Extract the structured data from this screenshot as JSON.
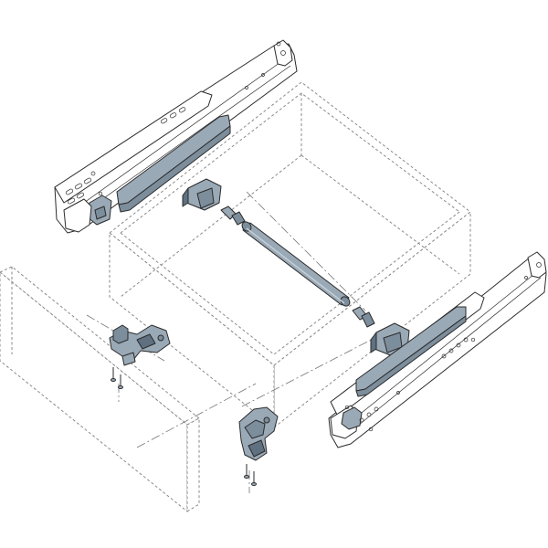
{
  "colors": {
    "background": "#ffffff",
    "outline": "#2b2b2b",
    "cabinet_dashed": "#8a8a8a",
    "part_fill": "#9aa9b6",
    "part_shade": "#7c8d9c",
    "part_dark": "#5f7080",
    "rail_fill": "#ffffff"
  },
  "components": [
    "drawer-box",
    "drawer-front",
    "left-runner",
    "right-runner",
    "rear-bracket-left",
    "rear-bracket-right",
    "synchronisation-rod",
    "locking-device-left",
    "locking-device-right",
    "mounting-screw"
  ]
}
